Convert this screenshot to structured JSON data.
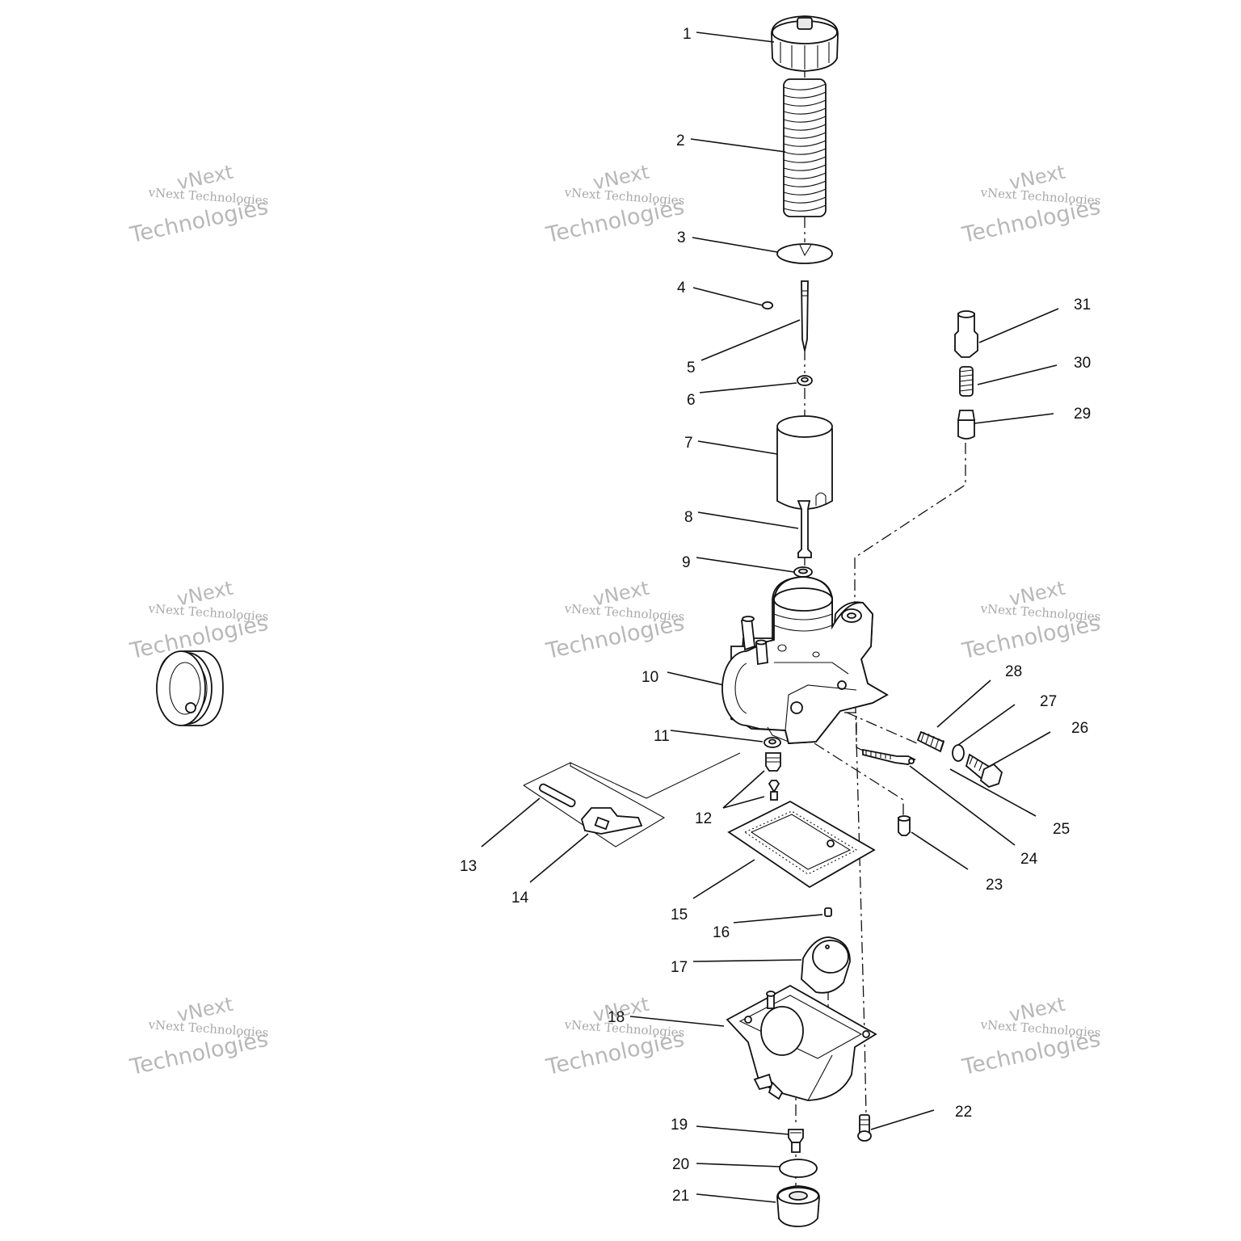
{
  "diagram": {
    "callouts": [
      {
        "id": "1",
        "label": "1"
      },
      {
        "id": "2",
        "label": "2"
      },
      {
        "id": "3",
        "label": "3"
      },
      {
        "id": "4",
        "label": "4"
      },
      {
        "id": "5",
        "label": "5"
      },
      {
        "id": "6",
        "label": "6"
      },
      {
        "id": "7",
        "label": "7"
      },
      {
        "id": "8",
        "label": "8"
      },
      {
        "id": "9",
        "label": "9"
      },
      {
        "id": "10",
        "label": "10"
      },
      {
        "id": "11",
        "label": "11"
      },
      {
        "id": "12",
        "label": "12"
      },
      {
        "id": "13",
        "label": "13"
      },
      {
        "id": "14",
        "label": "14"
      },
      {
        "id": "15",
        "label": "15"
      },
      {
        "id": "16",
        "label": "16"
      },
      {
        "id": "17",
        "label": "17"
      },
      {
        "id": "18",
        "label": "18"
      },
      {
        "id": "19",
        "label": "19"
      },
      {
        "id": "20",
        "label": "20"
      },
      {
        "id": "21",
        "label": "21"
      },
      {
        "id": "22",
        "label": "22"
      },
      {
        "id": "23",
        "label": "23"
      },
      {
        "id": "24",
        "label": "24"
      },
      {
        "id": "25",
        "label": "25"
      },
      {
        "id": "26",
        "label": "26"
      },
      {
        "id": "27",
        "label": "27"
      },
      {
        "id": "28",
        "label": "28"
      },
      {
        "id": "29",
        "label": "29"
      },
      {
        "id": "30",
        "label": "30"
      },
      {
        "id": "31",
        "label": "31"
      }
    ]
  },
  "watermark": {
    "line1": "vNext",
    "line2": "vNext Technologies",
    "line3": "Technologies"
  }
}
